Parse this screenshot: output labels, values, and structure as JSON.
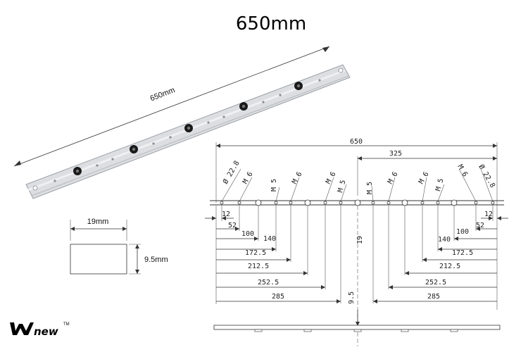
{
  "title": "650mm",
  "photo": {
    "length_label": "650mm",
    "colors": {
      "bar": "#d6d8db",
      "bar_edge": "#9aa0a6",
      "knob": "#1a1a1a"
    }
  },
  "cross_section": {
    "width_label": "19mm",
    "height_label": "9.5mm"
  },
  "drawing": {
    "overall": "650",
    "half": "325",
    "center_height": "19",
    "thickness": "9.5",
    "hole_labels": [
      "Ø 22.8",
      "M 6",
      "M 5",
      "M 6",
      "M 6",
      "M 5",
      "M 5",
      "M 6",
      "M 6",
      "M 5",
      "M 6",
      "Ø 22.8"
    ],
    "left_dims": [
      "12",
      "52",
      "100",
      "140",
      "172.5",
      "212.5",
      "252.5",
      "285"
    ],
    "right_dims": [
      "12",
      "52",
      "100",
      "140",
      "172.5",
      "212.5",
      "252.5",
      "285"
    ]
  },
  "logo": {
    "text": "new",
    "tm": "TM"
  }
}
